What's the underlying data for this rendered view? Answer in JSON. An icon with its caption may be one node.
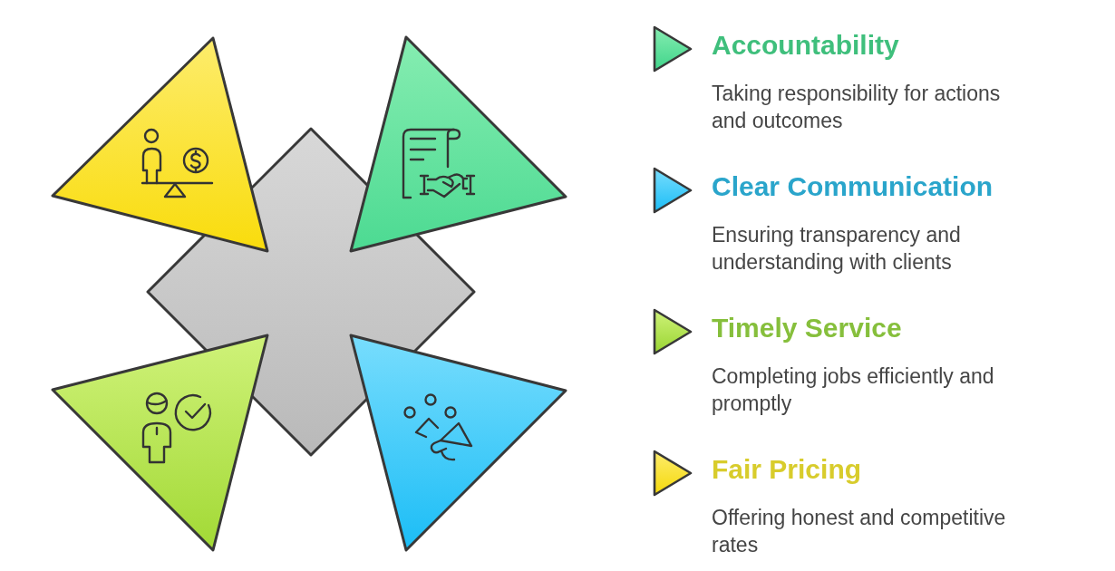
{
  "diagram": {
    "nodes": [
      {
        "text": [],
        "shape": "triangle"
      },
      {
        "text": [],
        "shape": "triangle"
      },
      {
        "text": [],
        "shape": "diamond"
      },
      {
        "text": [],
        "shape": "triangle"
      },
      {
        "text": [],
        "shape": "triangle"
      }
    ],
    "labels": [
      "Accountability",
      "Taking responsibility for actions and outcomes",
      "Clear Communication",
      "Ensuring transparency and understanding with clients",
      "Timely Service",
      "Completing jobs efficiently and promptly",
      "Fair Pricing",
      "Offering honest and competitive rates"
    ]
  }
}
